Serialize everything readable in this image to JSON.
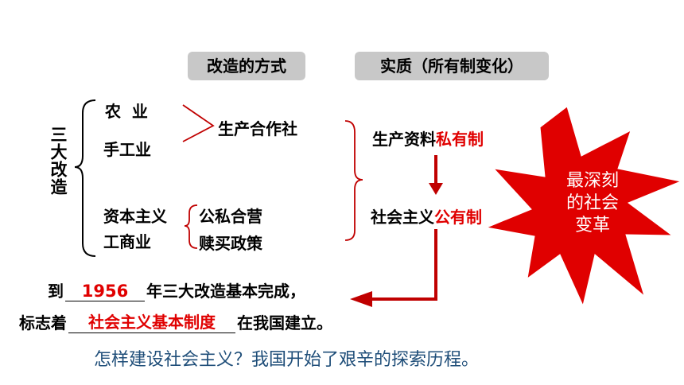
{
  "headers": {
    "method": "改造的方式",
    "essence": "实质（所有制变化）"
  },
  "left_title": "三大改造",
  "sectors": {
    "agriculture": "农  业",
    "handicraft": "手工业",
    "capitalist_1": "资本主义",
    "capitalist_2": "工商业"
  },
  "methods": {
    "cooperative": "生产合作社",
    "joint": "公私合营",
    "buyout": "赎买政策"
  },
  "essence": {
    "before_prefix": "生产资料",
    "before_red": "私有制",
    "after_prefix": "社会主义",
    "after_red": "公有制"
  },
  "star": {
    "line1": "最深刻",
    "line2": "的社会",
    "line3": "变革"
  },
  "sentence1": {
    "prefix": "到",
    "year": "1956",
    "suffix": "年三大改造基本完成，"
  },
  "sentence2": {
    "prefix": "标志着",
    "system": "社会主义基本制度",
    "suffix": "在我国建立。"
  },
  "question": "怎样建设社会主义？我国开始了艰辛的探索历程。",
  "colors": {
    "accent_red": "#e00000",
    "arrow_red": "#c00000",
    "header_gray": "#c8c8c8",
    "question_blue": "#1f4e79"
  }
}
